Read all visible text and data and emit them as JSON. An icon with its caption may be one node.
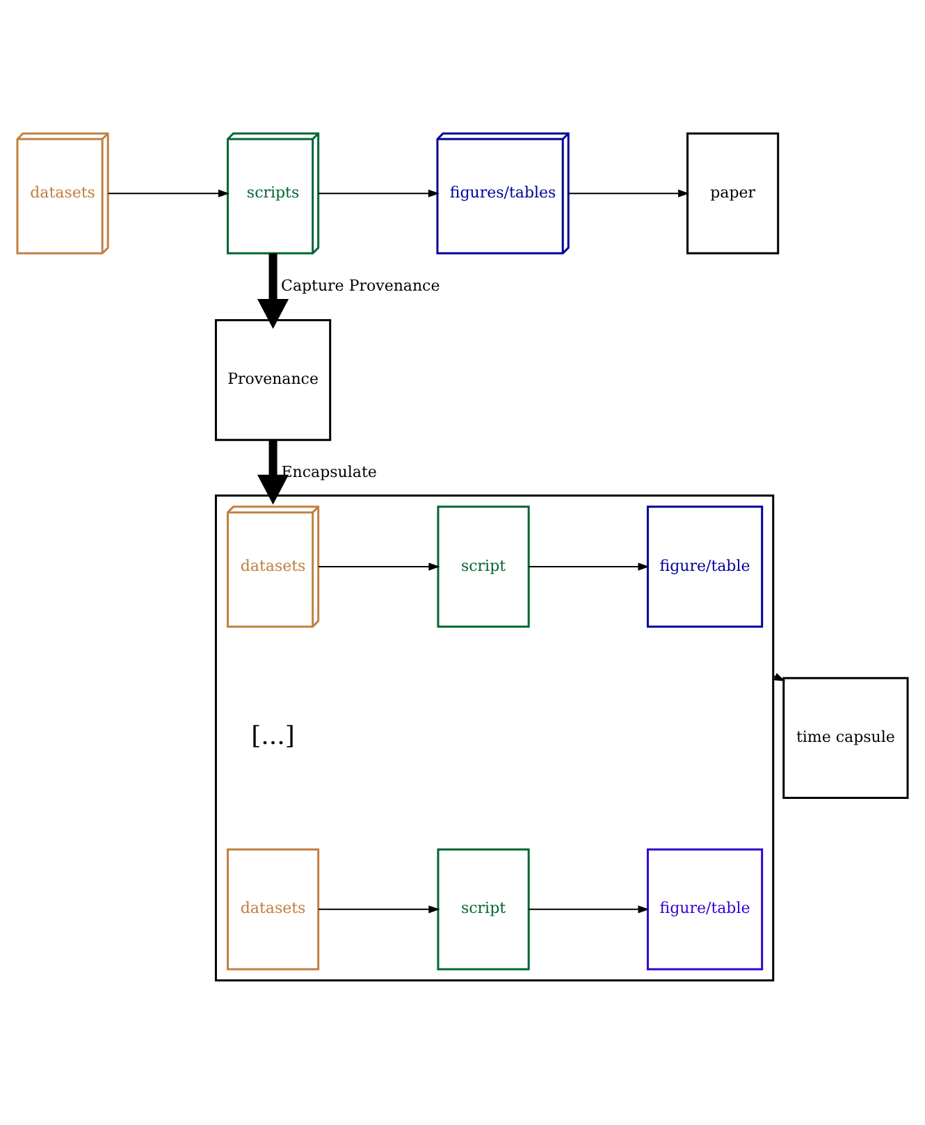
{
  "diagram": {
    "nodes": [
      {
        "text": [
          "datasets"
        ]
      },
      {
        "text": [
          "scripts"
        ]
      },
      {
        "text": [
          "figures/tables"
        ]
      },
      {
        "text": [
          "paper"
        ]
      },
      {
        "text": [
          "Provenance"
        ]
      },
      {
        "text": [],
        "shape": "box"
      },
      {
        "text": [
          "datasets"
        ],
        "in": 5
      },
      {
        "text": [
          "script"
        ],
        "in": 5
      },
      {
        "text": [
          "figure/table"
        ],
        "in": 5
      },
      {
        "text": [
          "datasets"
        ],
        "in": 5
      },
      {
        "text": [
          "script"
        ],
        "in": 5
      },
      {
        "text": [
          "figure/table"
        ],
        "in": 5
      },
      {
        "text": [
          "time capsule"
        ]
      }
    ],
    "edges": [
      {
        "from": 0,
        "to": 1,
        "arrow": "to"
      },
      {
        "from": 1,
        "to": 2,
        "arrow": "to"
      },
      {
        "from": 2,
        "to": 3,
        "arrow": "to"
      },
      {
        "from": 1,
        "to": 4,
        "arrow": "to",
        "label": "Capture Provenance",
        "style": "thick"
      },
      {
        "from": 4,
        "to": 5,
        "arrow": "to",
        "label": "Encapsulate",
        "style": "thick"
      },
      {
        "from": 6,
        "to": 7,
        "arrow": "to"
      },
      {
        "from": 7,
        "to": 8,
        "arrow": "to"
      },
      {
        "from": 9,
        "to": 10,
        "arrow": "to"
      },
      {
        "from": 10,
        "to": 11,
        "arrow": "to"
      },
      {
        "from": 5,
        "to": 12,
        "arrow": "to"
      }
    ],
    "labels": [
      "[...]"
    ]
  }
}
